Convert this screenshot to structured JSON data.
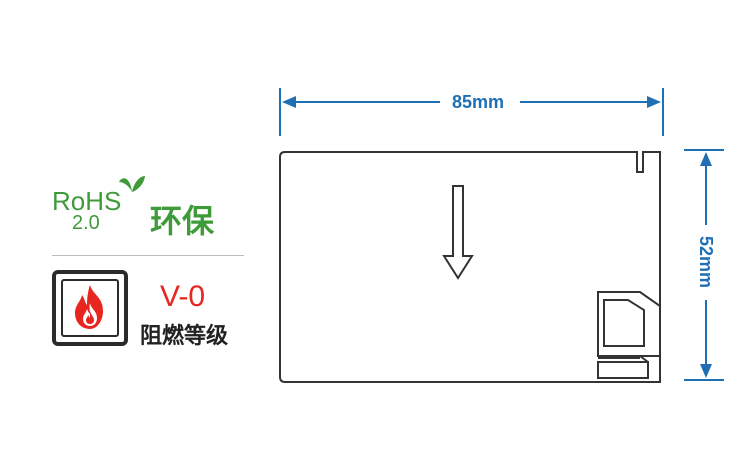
{
  "badges": {
    "rohs": {
      "text": "RoHS",
      "version": "2.0",
      "label": "环保",
      "color": "#3f9b3a"
    },
    "flame": {
      "rating": "V-0",
      "label": "阻燃等级",
      "color": "#e6261f"
    }
  },
  "dimensions": {
    "width_label": "85mm",
    "height_label": "52mm",
    "color": "#1f6fb5"
  }
}
